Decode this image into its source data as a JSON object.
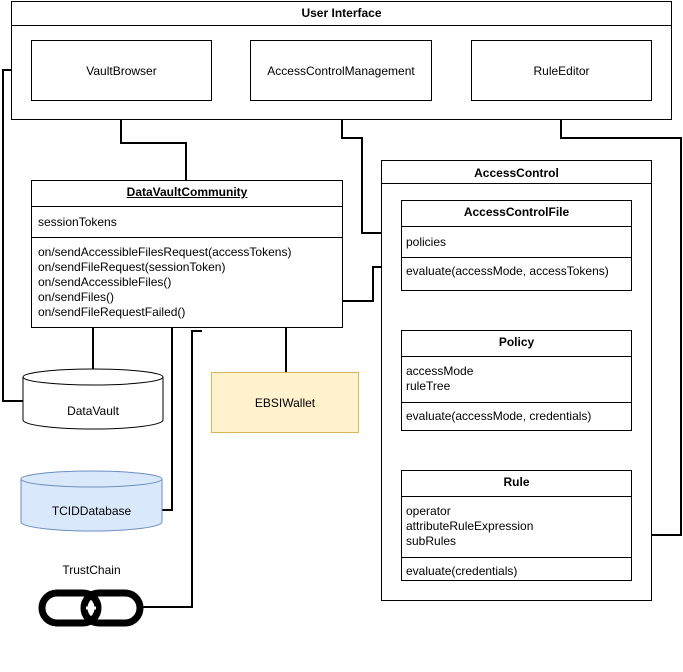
{
  "user_interface": {
    "title": "User Interface",
    "vault_browser": "VaultBrowser",
    "access_control_management": "AccessControlManagement",
    "rule_editor": "RuleEditor"
  },
  "data_vault_community": {
    "title": "DataVaultCommunity",
    "attributes": [
      "sessionTokens"
    ],
    "methods": [
      "on/sendAccessibleFilesRequest(accessTokens)",
      "on/sendFileRequest(sessionToken)",
      "on/sendAccessibleFiles()",
      "on/sendFiles()",
      "on/sendFileRequestFailed()"
    ]
  },
  "access_control": {
    "title": "AccessControl",
    "access_control_file": {
      "title": "AccessControlFile",
      "attributes": [
        "policies"
      ],
      "methods": [
        "evaluate(accessMode, accessTokens)"
      ]
    },
    "policy": {
      "title": "Policy",
      "attributes": [
        "accessMode",
        "ruleTree"
      ],
      "methods": [
        "evaluate(accessMode, credentials)"
      ]
    },
    "rule": {
      "title": "Rule",
      "attributes": [
        "operator",
        "attributeRuleExpression",
        "subRules"
      ],
      "methods": [
        "evaluate(credentials)"
      ]
    }
  },
  "data_vault": "DataVault",
  "ebsi_wallet": "EBSIWallet",
  "tcid_database": "TCIDDatabase",
  "trust_chain": "TrustChain",
  "colors": {
    "ebsi_fill": "#fff2cc",
    "ebsi_stroke": "#d6b656",
    "tcid_fill": "#dae8fc",
    "tcid_stroke": "#6c8ebf",
    "line": "#000000"
  },
  "icons": [
    "chain-link-icon"
  ]
}
